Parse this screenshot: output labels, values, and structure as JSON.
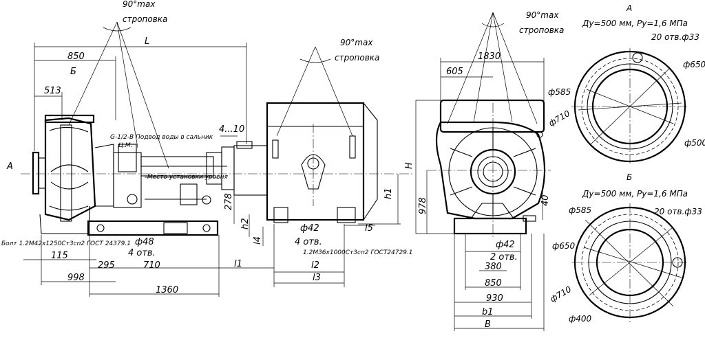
{
  "labels": {
    "sling_angle": "90°max",
    "sling": "строповка",
    "view_a": "А",
    "view_b": "Б",
    "flange_a_title": "Ду=500 мм, Ру=1,6 МПа",
    "flange_b_title": "Ду=500 мм, Ру=1,6 МПа",
    "flange_a_holes": "20 отв.ф33",
    "flange_b_holes": "20 отв.ф33",
    "water_supply": "G-1/2-В Подвод воды в сальник",
    "cm": "Ц.М.",
    "level_gauge": "Место установки уровня",
    "bolt_left": "Болт 1.2М42х1250Ст3сп2 ГОСТ 24379.1",
    "bolt_right": "1.2М36х1000Ст3сп2 ГОСТ24729.1"
  },
  "dims": {
    "L": "L",
    "d850": "850",
    "d513": "513",
    "d4_10": "4...10",
    "h1": "h1",
    "h2": "h2",
    "d278": "278",
    "l4": "l4",
    "phi48": "ф48",
    "holes4_left": "4 отв.",
    "phi42_mid": "ф42",
    "holes4_mid": "4 отв.",
    "l5": "l5",
    "d115": "115",
    "d295": "295",
    "d710": "710",
    "l1": "l1",
    "l2": "l2",
    "l3": "l3",
    "d998": "998",
    "d1360": "1360",
    "d1830": "1830",
    "d605": "605",
    "H": "H",
    "d978": "978",
    "d40": "40",
    "phi42_right": "ф42",
    "holes2": "2 отв.",
    "d380": "380",
    "d850r": "850",
    "d930": "930",
    "b1": "b1",
    "B": "B",
    "a_phi585": "ф585",
    "a_phi650": "ф650",
    "a_phi710": "ф710",
    "a_phi500": "ф500",
    "b_phi585": "ф585",
    "b_phi650": "ф650",
    "b_phi710": "ф710",
    "b_phi400": "ф400"
  }
}
